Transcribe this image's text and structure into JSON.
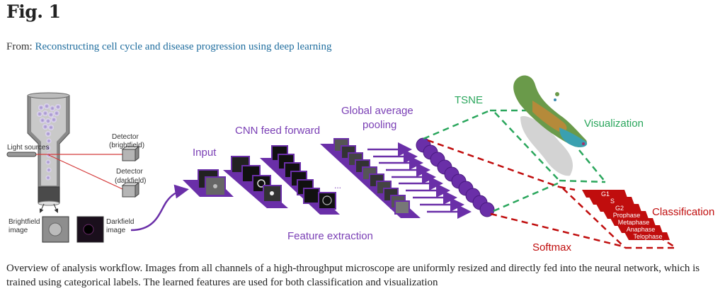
{
  "figure": {
    "title": "Fig. 1",
    "from_prefix": "From:",
    "from_link": "Reconstructing cell cycle and disease progression using deep learning",
    "caption": "Overview of analysis workflow. Images from all channels of a high-throughput microscope are uniformly resized and directly fed into the neural network, which is trained using categorical labels. The learned features are used for both classification and visualization"
  },
  "diagram": {
    "labels": {
      "light_sources": "Light sources",
      "detector_bright_1": "Detector",
      "detector_bright_2": "(brightfield)",
      "detector_dark_1": "Detector",
      "detector_dark_2": "(darkfield)",
      "brightfield_1": "Brightfield",
      "brightfield_2": "image",
      "darkfield_1": "Darkfield",
      "darkfield_2": "image",
      "input": "Input",
      "cnn": "CNN feed forward",
      "gap_1": "Global average",
      "gap_2": "pooling",
      "ellipsis": "...",
      "feature_extraction": "Feature extraction",
      "tsne": "TSNE",
      "visualization": "Visualization",
      "classification": "Classification",
      "softmax": "Softmax"
    },
    "classes": [
      "G1",
      "S",
      "G2",
      "Prophase",
      "Metaphase",
      "Anaphase",
      "Telophase"
    ],
    "colors": {
      "purple": "#6a2fa8",
      "purple_text": "#7a3fb5",
      "green": "#2aa65c",
      "red": "#c00d0d",
      "link": "#1f6d9e"
    }
  }
}
